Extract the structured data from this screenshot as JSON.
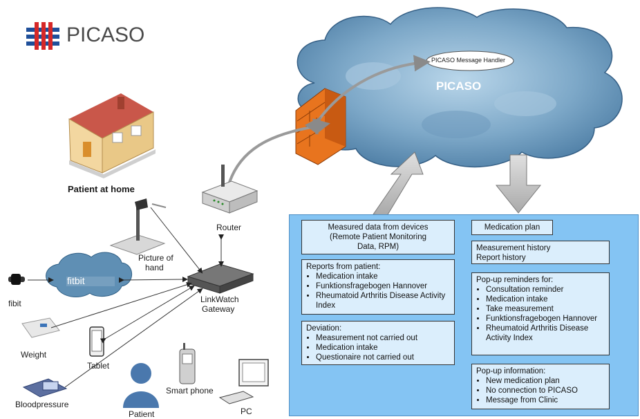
{
  "logo": {
    "text": "PICASO"
  },
  "cloud": {
    "title": "PICASO",
    "message_handler": "PICASO Message Handler"
  },
  "labels": {
    "patient_home": "Patient at home",
    "router": "Router",
    "picture_hand": [
      "Picture of",
      "hand"
    ],
    "gateway": [
      "LinkWatch",
      "Gateway"
    ],
    "fitbit_label": "fibit",
    "fitbit_cloud": "fitbit",
    "weight": "Weight",
    "tablet": "Tablet",
    "bloodpressure": "Bloodpressure",
    "patient": "Patient",
    "smartphone": "Smart phone",
    "pc": "PC"
  },
  "boxes": {
    "measured": {
      "lines": [
        "Measured data from devices",
        "(Remote Patient Monitoring",
        "Data, RPM)"
      ]
    },
    "reports": {
      "title": "Reports from patient:",
      "items": [
        "Medication intake",
        "Funktionsfragebogen Hannover",
        "Rheumatoid Arthritis Disease Activity Index"
      ]
    },
    "deviation": {
      "title": "Deviation:",
      "items": [
        "Measurement not carried out",
        "Medication intake",
        "Questionaire not carried out"
      ]
    },
    "medplan": {
      "text": "Medication plan"
    },
    "history": {
      "lines": [
        "Measurement history",
        "Report history"
      ]
    },
    "reminders": {
      "title": "Pop-up reminders for:",
      "items": [
        "Consultation reminder",
        "Medication intake",
        "Take measurement",
        "Funktionsfragebogen Hannover",
        "Rheumatoid Arthritis Disease Activity Index"
      ]
    },
    "info": {
      "title": "Pop-up information:",
      "items": [
        "New medication plan",
        "No connection to PICASO",
        "Message from Clinic"
      ]
    }
  },
  "colors": {
    "panel": "#84c4f3",
    "box": "#dbeefc",
    "cloud": "#5f8fb4",
    "firewall": "#e8741e",
    "logo_red": "#d62828",
    "logo_blue": "#1f4f9a"
  }
}
